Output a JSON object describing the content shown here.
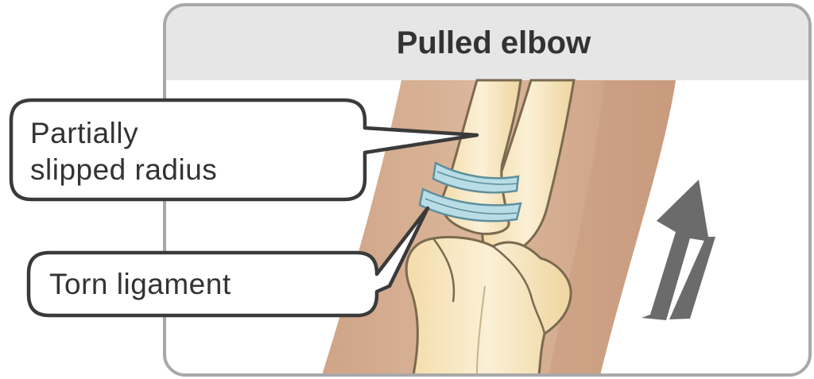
{
  "title": "Pulled elbow",
  "callouts": {
    "partially_slipped_radius": {
      "line1": "Partially",
      "line2": "slipped radius"
    },
    "torn_ligament": {
      "label": "Torn ligament"
    }
  },
  "icons": [
    "upward-arrow-icon"
  ],
  "colors": {
    "frame_border": "#a8a8a8",
    "header_band": "#e6e6e6",
    "skin": "#d9b396",
    "bone": "#f7e7c2",
    "bone_outline": "#7a6a4f",
    "ligament": "#b9dde6",
    "arrow": "#6b6b6b",
    "callout_border": "#3a3a3a"
  }
}
